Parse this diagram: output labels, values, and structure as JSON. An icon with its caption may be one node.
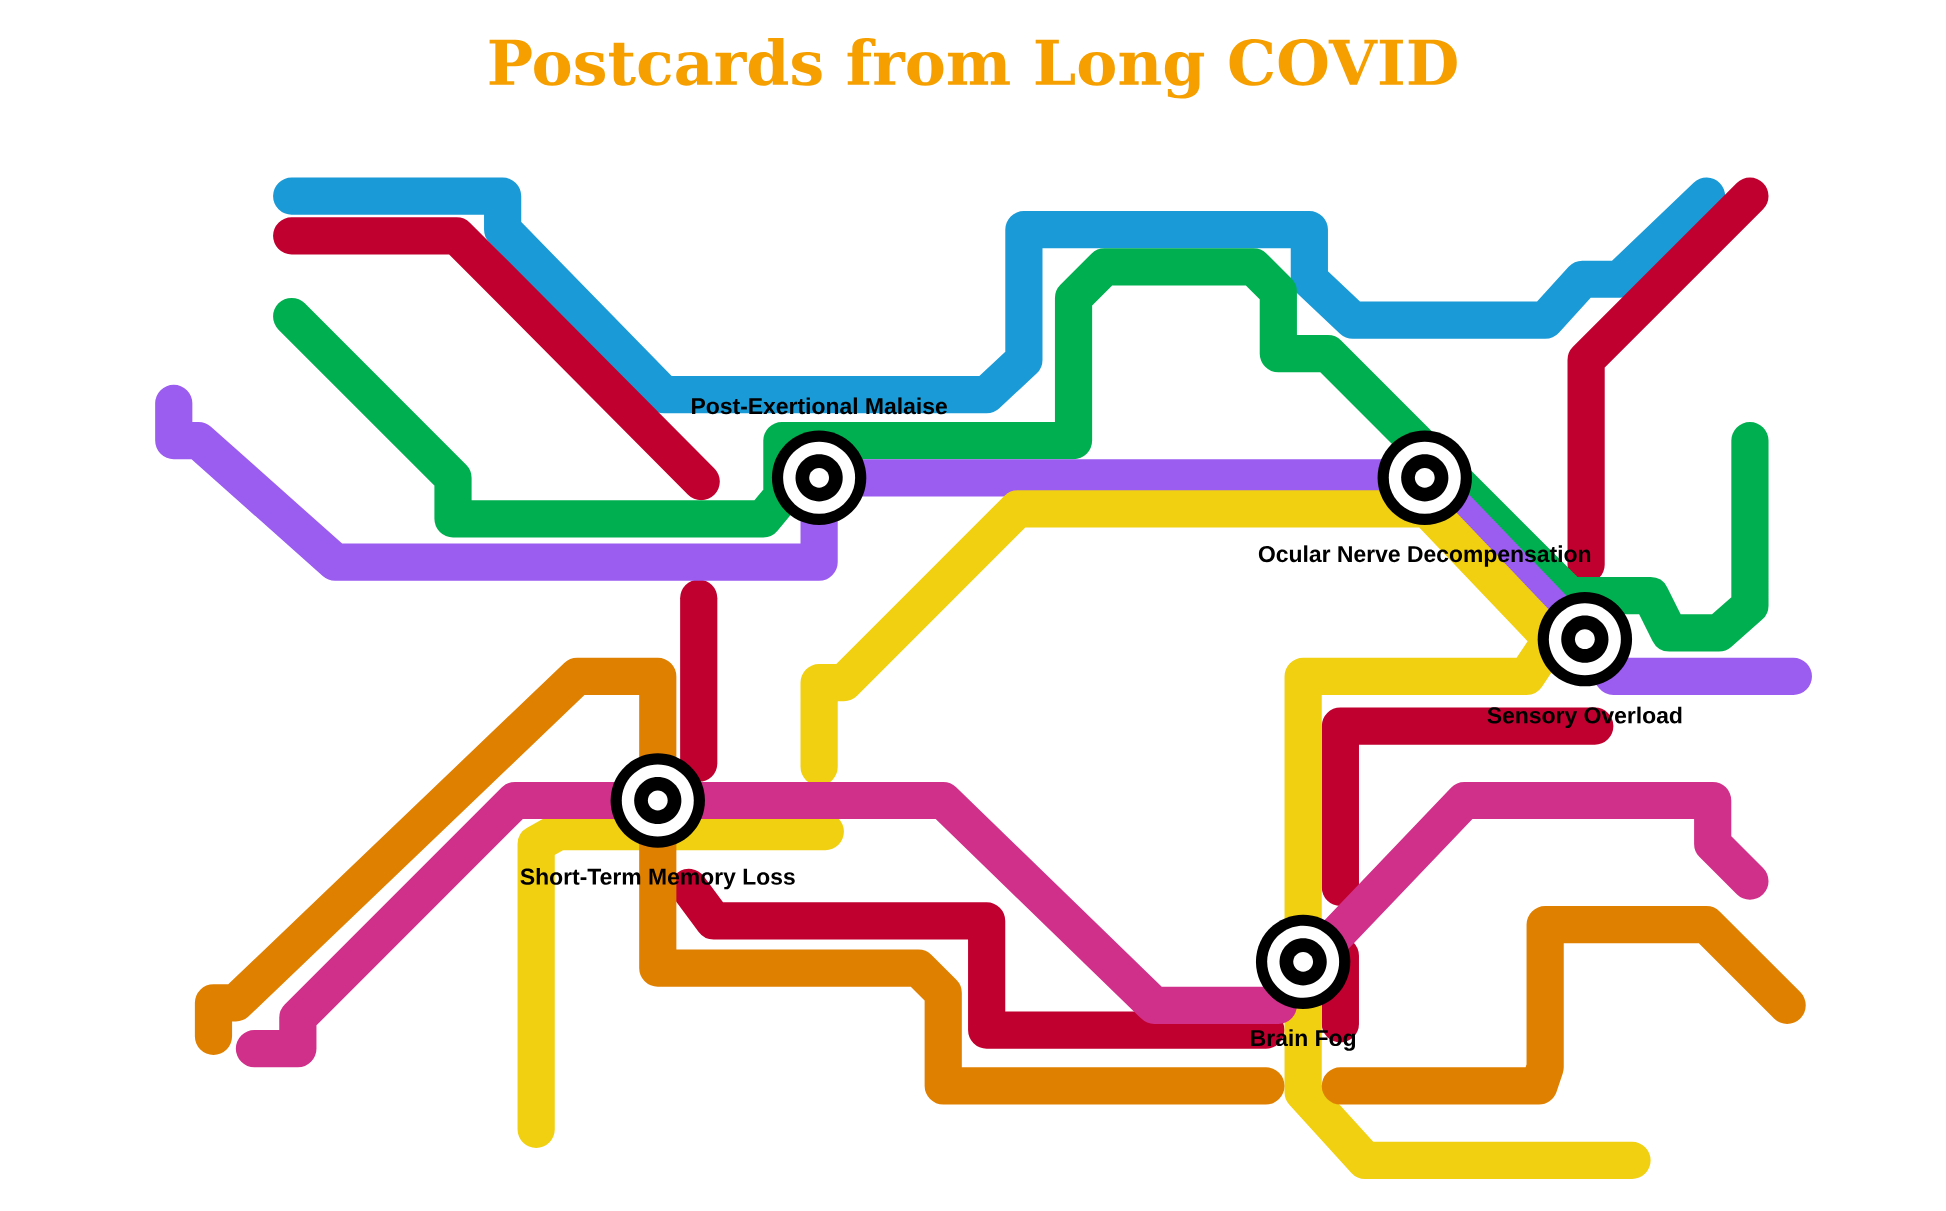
{
  "diagram": {
    "title": "Postcards from Long COVID",
    "nodes": [
      {
        "text": [
          "Post-Exertional Malaise"
        ]
      },
      {
        "text": [
          "Ocular Nerve Decompensation"
        ]
      },
      {
        "text": [
          "Sensory Overload"
        ]
      },
      {
        "text": [
          "Short-Term Memory Loss"
        ]
      },
      {
        "text": [
          "Brain Fog"
        ]
      }
    ]
  }
}
